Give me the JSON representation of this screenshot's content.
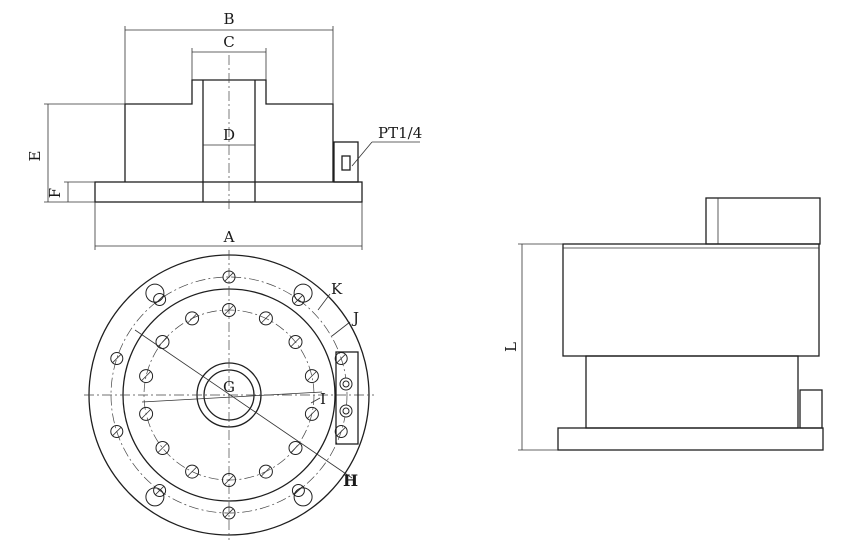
{
  "labels": {
    "A": "A",
    "B": "B",
    "C": "C",
    "D": "D",
    "E": "E",
    "F": "F",
    "G": "G",
    "H": "H",
    "I": "I",
    "J": "J",
    "K": "K",
    "L": "L",
    "port": "PT1/4"
  }
}
